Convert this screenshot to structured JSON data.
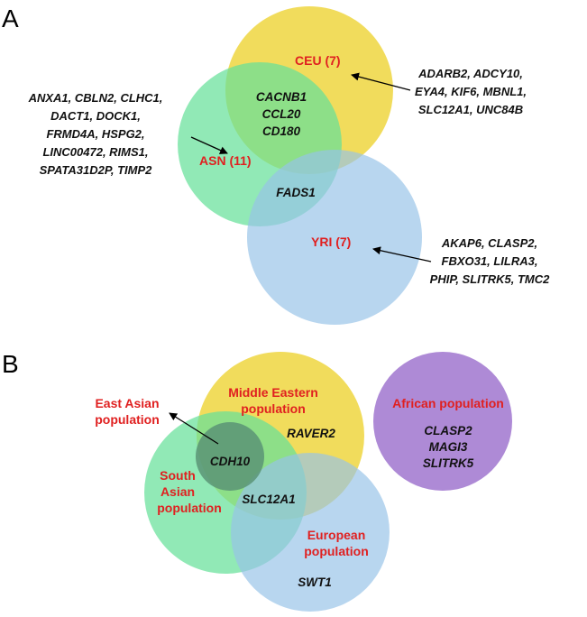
{
  "panelA": {
    "label": "A",
    "sets": {
      "ceu": {
        "label": "CEU (7)",
        "color": "#f0d84a"
      },
      "asn": {
        "label": "ASN (11)",
        "color": "#67e09a"
      },
      "yri": {
        "label": "YRI (7)",
        "color": "#96c3e8"
      }
    },
    "ceu_asn_overlap": [
      "CACNB1",
      "CCL20",
      "CD180"
    ],
    "asn_yri_overlap": "FADS1",
    "ceu_only_lines": [
      "ADARB2,  ADCY10,",
      "EYA4,  KIF6,  MBNL1,",
      "SLC12A1,  UNC84B"
    ],
    "asn_only_lines": [
      "ANXA1,  CBLN2,  CLHC1,",
      "DACT1,  DOCK1,",
      "FRMD4A,  HSPG2,",
      "LINC00472,  RIMS1,",
      "SPATA31D2P,  TIMP2"
    ],
    "yri_only_lines": [
      "AKAP6,  CLASP2,",
      "FBXO31,  LILRA3,",
      "PHIP,  SLITRK5,  TMC2"
    ]
  },
  "panelB": {
    "label": "B",
    "colors": {
      "middle_eastern": "#f0d84a",
      "south_asian": "#67e09a",
      "european": "#96c3e8",
      "african": "#ae8ad6",
      "east_asian": "#5a9476"
    },
    "east_asian_label": [
      "East Asian",
      "population"
    ],
    "middle_eastern_label": [
      "Middle  Eastern",
      "population"
    ],
    "south_asian_label": [
      "South",
      "Asian",
      "population"
    ],
    "european_label": [
      "European",
      "population"
    ],
    "african_label": "African  population",
    "east_asian_gene": "CDH10",
    "middle_eastern_gene": "RAVER2",
    "overlap_gene": "SLC12A1",
    "european_gene": "SWT1",
    "african_genes": [
      "CLASP2",
      "MAGI3",
      "SLITRK5"
    ]
  }
}
